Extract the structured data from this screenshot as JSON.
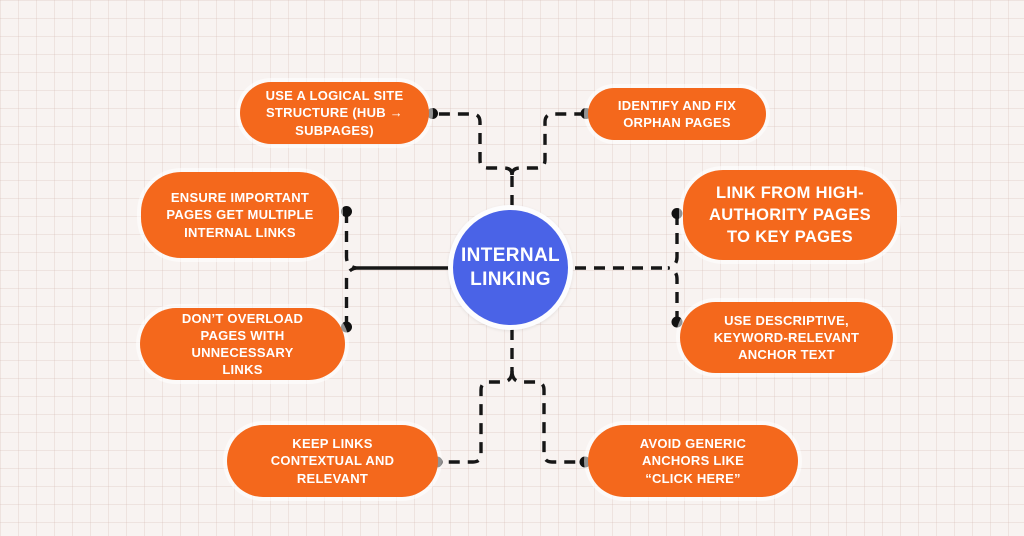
{
  "center": {
    "label": "INTERNAL LINKING"
  },
  "nodes": [
    {
      "id": "use-logical-site-structure",
      "label": "USE A LOGICAL SITE STRUCTURE (HUB → SUBPAGES)"
    },
    {
      "id": "identify-fix-orphan-pages",
      "label": "IDENTIFY AND FIX ORPHAN PAGES"
    },
    {
      "id": "important-pages-multiple-links",
      "label": "ENSURE IMPORTANT PAGES GET MULTIPLE INTERNAL LINKS"
    },
    {
      "id": "link-from-high-authority-pages",
      "label": "LINK FROM HIGH-AUTHORITY PAGES TO KEY PAGES"
    },
    {
      "id": "dont-overload-pages",
      "label": "DON’T OVERLOAD PAGES WITH UNNECESSARY LINKS"
    },
    {
      "id": "descriptive-anchor-text",
      "label": "USE DESCRIPTIVE, KEYWORD-RELEVANT ANCHOR TEXT"
    },
    {
      "id": "keep-links-contextual",
      "label": "KEEP LINKS CONTEXTUAL AND RELEVANT"
    },
    {
      "id": "avoid-generic-anchors",
      "label": "AVOID GENERIC ANCHORS LIKE “CLICK HERE”"
    }
  ],
  "colors": {
    "node_fill": "#F4681C",
    "center_fill": "#4A63E7",
    "text": "#FFFFFF",
    "connector": "#161616",
    "background": "#F8F3F1",
    "grid_line": "#EDE3E1"
  }
}
